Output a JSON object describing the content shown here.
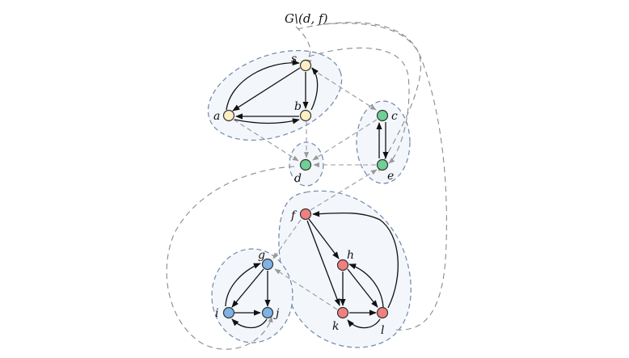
{
  "title": "G\\(d, f)",
  "colors": {
    "yellow": "#fdefc2",
    "green": "#6fcf94",
    "red": "#f08080",
    "blue": "#7fb2e5",
    "blob_fill": "#f3f6fb",
    "blob_stroke": "#6f87a8"
  },
  "nodes": [
    {
      "id": "s",
      "label": "s",
      "color": "yellow"
    },
    {
      "id": "a",
      "label": "a",
      "color": "yellow"
    },
    {
      "id": "b",
      "label": "b",
      "color": "yellow"
    },
    {
      "id": "c",
      "label": "c",
      "color": "green"
    },
    {
      "id": "d",
      "label": "d",
      "color": "green"
    },
    {
      "id": "e",
      "label": "e",
      "color": "green"
    },
    {
      "id": "f",
      "label": "f",
      "color": "red"
    },
    {
      "id": "h",
      "label": "h",
      "color": "red"
    },
    {
      "id": "k",
      "label": "k",
      "color": "red"
    },
    {
      "id": "l",
      "label": "l",
      "color": "red"
    },
    {
      "id": "g",
      "label": "g",
      "color": "blue"
    },
    {
      "id": "i",
      "label": "i",
      "color": "blue"
    },
    {
      "id": "j",
      "label": "j",
      "color": "blue"
    }
  ],
  "edges": [
    {
      "from": "s",
      "to": "a",
      "style": "solid"
    },
    {
      "from": "a",
      "to": "s",
      "style": "solid"
    },
    {
      "from": "s",
      "to": "b",
      "style": "solid"
    },
    {
      "from": "b",
      "to": "s",
      "style": "solid"
    },
    {
      "from": "b",
      "to": "a",
      "style": "solid"
    },
    {
      "from": "a",
      "to": "b",
      "style": "solid"
    },
    {
      "from": "c",
      "to": "e",
      "style": "solid"
    },
    {
      "from": "e",
      "to": "c",
      "style": "solid"
    },
    {
      "from": "f",
      "to": "h",
      "style": "solid"
    },
    {
      "from": "f",
      "to": "k",
      "style": "solid"
    },
    {
      "from": "l",
      "to": "f",
      "style": "solid"
    },
    {
      "from": "h",
      "to": "k",
      "style": "solid"
    },
    {
      "from": "h",
      "to": "l",
      "style": "solid"
    },
    {
      "from": "l",
      "to": "h",
      "style": "solid"
    },
    {
      "from": "k",
      "to": "l",
      "style": "solid"
    },
    {
      "from": "l",
      "to": "k",
      "style": "solid"
    },
    {
      "from": "g",
      "to": "i",
      "style": "solid"
    },
    {
      "from": "i",
      "to": "g",
      "style": "solid"
    },
    {
      "from": "g",
      "to": "j",
      "style": "solid"
    },
    {
      "from": "i",
      "to": "j",
      "style": "solid"
    },
    {
      "from": "j",
      "to": "i",
      "style": "solid"
    },
    {
      "from": "s",
      "to": "c",
      "style": "dashed"
    },
    {
      "from": "a",
      "to": "d",
      "style": "dashed"
    },
    {
      "from": "b",
      "to": "d",
      "style": "dashed"
    },
    {
      "from": "c",
      "to": "d",
      "style": "dashed"
    },
    {
      "from": "e",
      "to": "d",
      "style": "dashed"
    },
    {
      "from": "f",
      "to": "e",
      "style": "dashed"
    },
    {
      "from": "f",
      "to": "g",
      "style": "dashed"
    },
    {
      "from": "k",
      "to": "g",
      "style": "dashed"
    },
    {
      "from": "title",
      "to": "s",
      "style": "dashed"
    },
    {
      "from": "s",
      "to": "e",
      "style": "dashed"
    },
    {
      "from": "d",
      "to": "j",
      "style": "dashed"
    },
    {
      "from": "l",
      "to": "s",
      "style": "dashed"
    }
  ]
}
